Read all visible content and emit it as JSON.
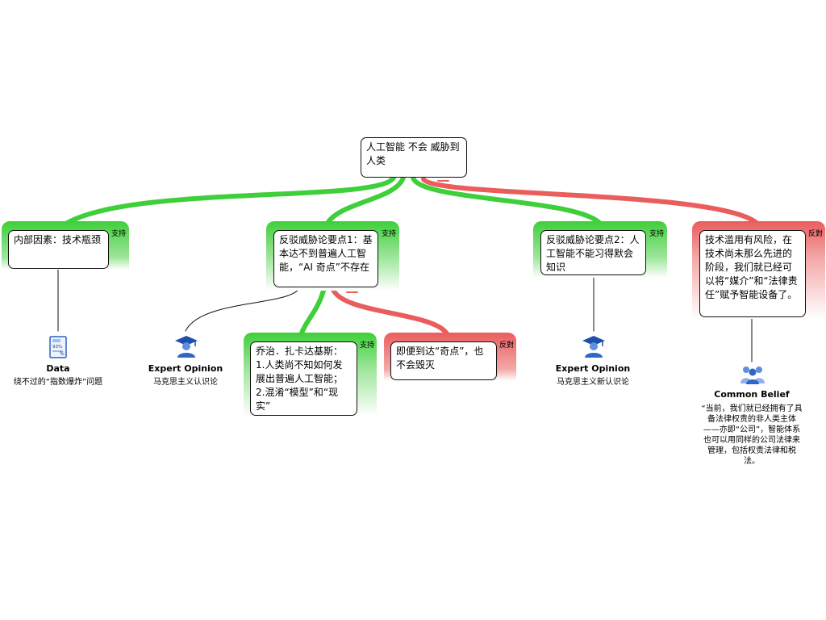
{
  "root": {
    "text": "人工智能 不会 威胁到人类"
  },
  "tags": {
    "support": "支持",
    "oppose": "反對"
  },
  "claims": {
    "internal": {
      "text": "内部因素：技术瓶颈",
      "tag": "支持"
    },
    "rebut1": {
      "text": "反驳威胁论要点1：基本达不到普遍人工智能，“AI 奇点”不存在",
      "tag": "支持"
    },
    "rebut2": {
      "text": "反驳威胁论要点2：人工智能不能习得默会知识",
      "tag": "支持"
    },
    "abuse": {
      "text": "技术滥用有风险，在技术尚未那么先进的阶段，我们就已经可以将“媒介”和“法律责任”赋予智能设备了。",
      "tag": "反對"
    },
    "georgia": {
      "text": "乔治．扎卡达基斯：1.人类尚不知如何发展出普遍人工智能；2.混淆“模型”和“现实”",
      "tag": "支持"
    },
    "even": {
      "text": "即便到达“奇点”，也不会毁灭",
      "tag": "反對"
    }
  },
  "evidence": {
    "data": {
      "label": "Data",
      "text": "绕不过的“指数爆炸”问题",
      "icon": "data-document-icon"
    },
    "expert1": {
      "label": "Expert Opinion",
      "text": "马克思主义认识论",
      "icon": "graduate-expert-icon"
    },
    "expert2": {
      "label": "Expert Opinion",
      "text": "马克思主义新认识论",
      "icon": "graduate-expert-icon"
    },
    "common": {
      "label": "Common Belief",
      "text": "“当前，我们就已经拥有了具备法律权责的非人类主体——亦即“公司”，智能体系也可以用同样的公司法律来管理，包括权责法律和税法。",
      "icon": "group-people-icon"
    }
  },
  "colors": {
    "support": "#3fcf3a",
    "oppose": "#ea5d5d",
    "line": "#111111"
  }
}
